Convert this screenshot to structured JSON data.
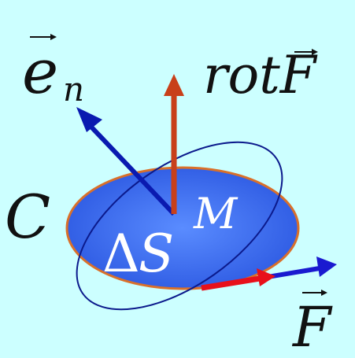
{
  "diagram": {
    "labels": {
      "normal_vector": "e",
      "normal_subscript": "n",
      "curl": "rotF",
      "contour": "C",
      "point": "M",
      "area_delta": "Δ",
      "area_symbol": "S",
      "field": "F"
    },
    "colors": {
      "background": "#ccffff",
      "surface_fill": "#3f6ef0",
      "surface_edge": "#d9702a",
      "ellipse_outline": "#0b1a8c",
      "normal_arrow": "#0a1ab0",
      "curl_arrow": "#c8401a",
      "field_arrow": "#1a1ad0",
      "field_projection_arrow": "#e8101a",
      "text": "#111111",
      "surface_text": "#ffffff"
    }
  }
}
